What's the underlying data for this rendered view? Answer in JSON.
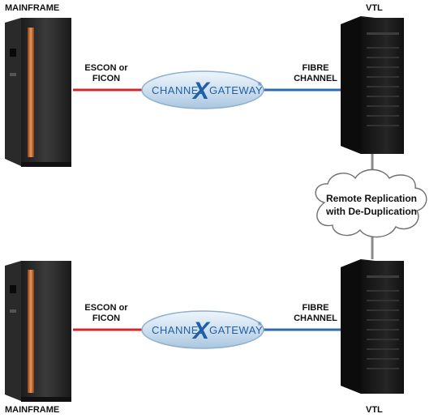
{
  "top": {
    "mainframe_label": "MAINFRAME",
    "vtl_label": "VTL",
    "left_link_line1": "ESCON or",
    "left_link_line2": "FICON",
    "right_link_line1": "FIBRE",
    "right_link_line2": "CHANNEL",
    "gateway": {
      "left": "CHANNEL",
      "mark": "X",
      "right": "GATEWAY",
      "tm": "®"
    }
  },
  "bottom": {
    "mainframe_label": "MAINFRAME",
    "vtl_label": "VTL",
    "left_link_line1": "ESCON or",
    "left_link_line2": "FICON",
    "right_link_line1": "FIBRE",
    "right_link_line2": "CHANNEL",
    "gateway": {
      "left": "CHANNEL",
      "mark": "X",
      "right": "GATEWAY",
      "tm": "®"
    }
  },
  "replication": {
    "line1": "Remote Replication",
    "line2": "with De-Duplication"
  },
  "colors": {
    "escon_link": "#d7262b",
    "fibre_link": "#2d6ab3",
    "replication_link": "#8a8a8a",
    "mainframe_body": "#2c2c2c",
    "mainframe_accent": "#d07a3c",
    "vtl_body": "#1b1b1b",
    "gateway_fill": "#cfe0ef",
    "gateway_text": "#1f5fa8"
  }
}
